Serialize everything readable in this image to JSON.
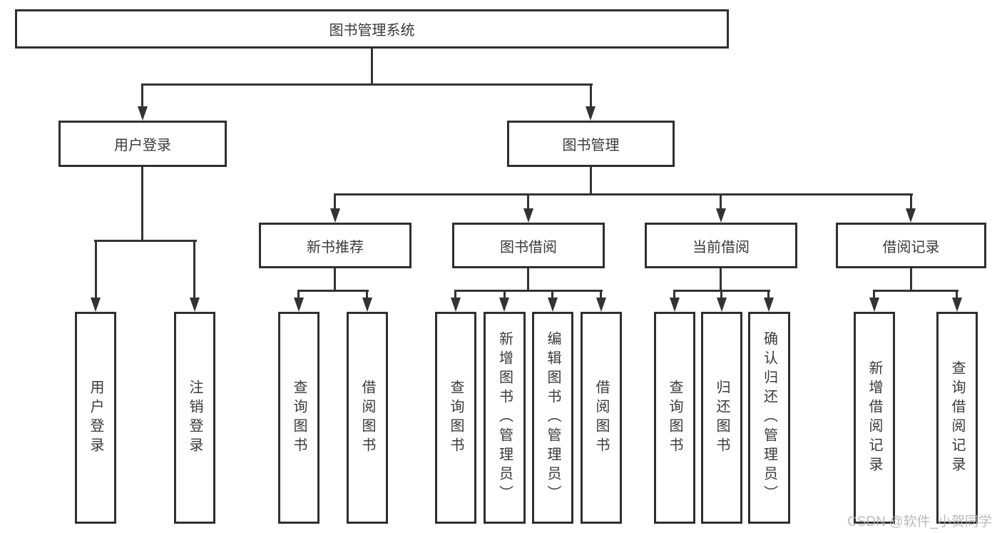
{
  "diagram": {
    "type": "functional-structure-tree",
    "colors": {
      "line": "#333333",
      "box_border": "#2f2f2f",
      "text": "#3a3a3a",
      "background": "#ffffff",
      "watermark": "#afafaf"
    }
  },
  "tree": {
    "root": {
      "label": "图书管理系统"
    },
    "level2": [
      {
        "label": "用户登录",
        "children": [
          {
            "label": "用户登录"
          },
          {
            "label": "注销登录"
          }
        ]
      },
      {
        "label": "图书管理",
        "children": [
          {
            "label": "新书推荐",
            "children": [
              {
                "label": "查询图书"
              },
              {
                "label": "借阅图书"
              }
            ]
          },
          {
            "label": "图书借阅",
            "children": [
              {
                "label": "查询图书"
              },
              {
                "label": "新增图书（管理员）"
              },
              {
                "label": "编辑图书（管理员）"
              },
              {
                "label": "借阅图书"
              }
            ]
          },
          {
            "label": "当前借阅",
            "children": [
              {
                "label": "查询图书"
              },
              {
                "label": "归还图书"
              },
              {
                "label": "确认归还（管理员）"
              }
            ]
          },
          {
            "label": "借阅记录",
            "children": [
              {
                "label": "新增借阅记录"
              },
              {
                "label": "查询借阅记录"
              }
            ]
          }
        ]
      }
    ]
  },
  "watermark": {
    "text": "CSDN @软件_小贺同学"
  }
}
